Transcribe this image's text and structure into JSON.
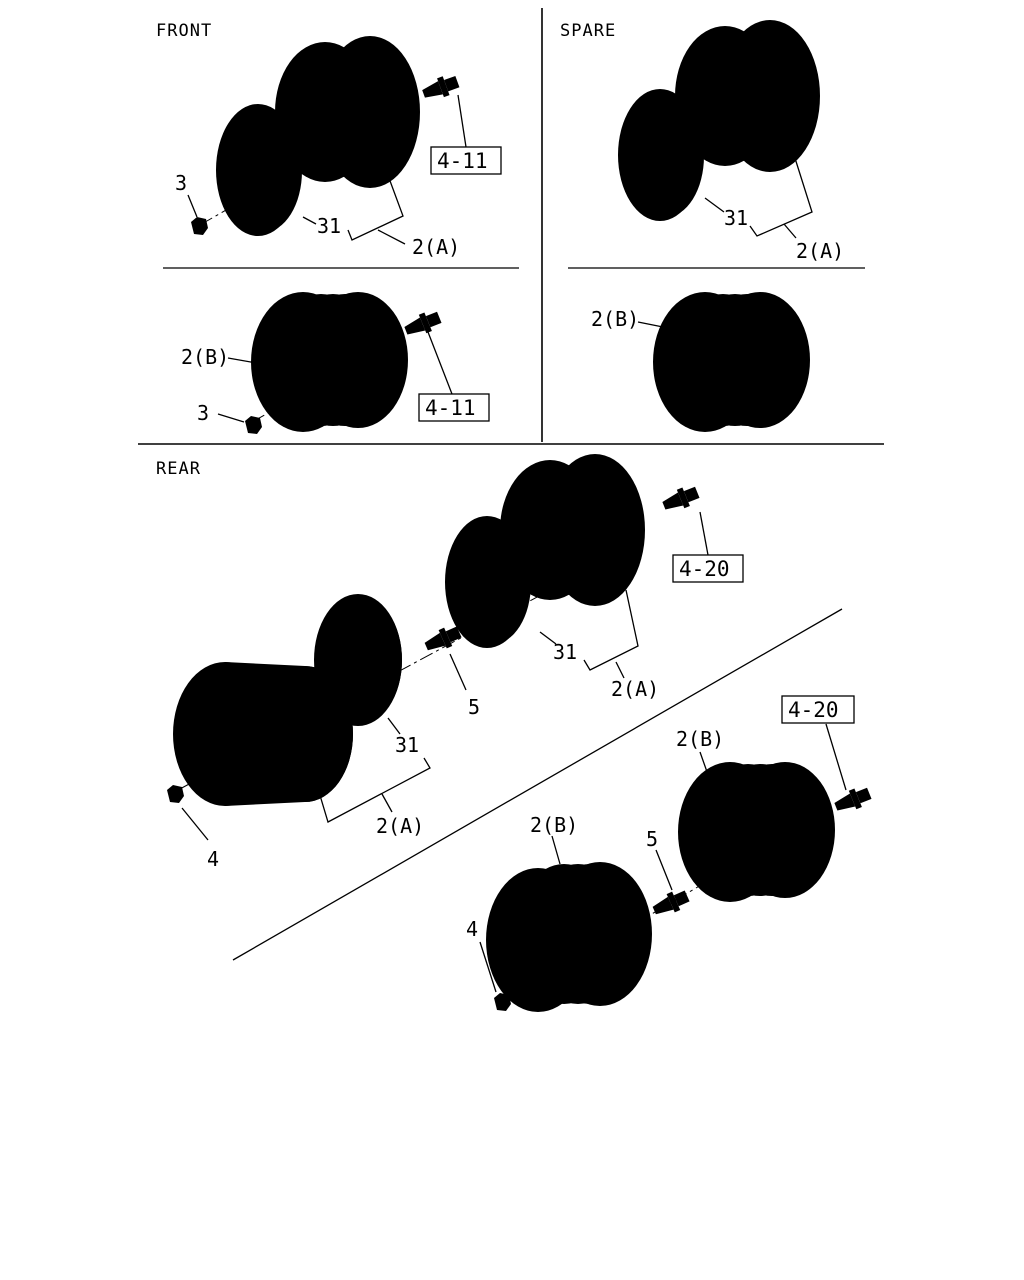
{
  "sections": {
    "front": "FRONT",
    "spare": "SPARE",
    "rear": "REAR"
  },
  "refs": {
    "front_a": "4-11",
    "front_b": "4-11",
    "rear_a": "4-20",
    "rear_b": "4-20"
  },
  "labels": {
    "front_a_nut": "3",
    "front_a_ring": "31",
    "front_a_wheel": "2(A)",
    "front_b_wheel": "2(B)",
    "front_b_nut": "3",
    "spare_a_ring": "31",
    "spare_a_wheel": "2(A)",
    "spare_b_wheel": "2(B)",
    "rear_a_ring_inner": "31",
    "rear_a_wheel_inner": "2(A)",
    "rear_a_stud": "5",
    "rear_a_ring_outer": "31",
    "rear_a_wheel_outer": "2(A)",
    "rear_a_nut": "4",
    "rear_b_wheel_inner": "2(B)",
    "rear_b_wheel_outer": "2(B)",
    "rear_b_stud": "5",
    "rear_b_nut": "4"
  }
}
